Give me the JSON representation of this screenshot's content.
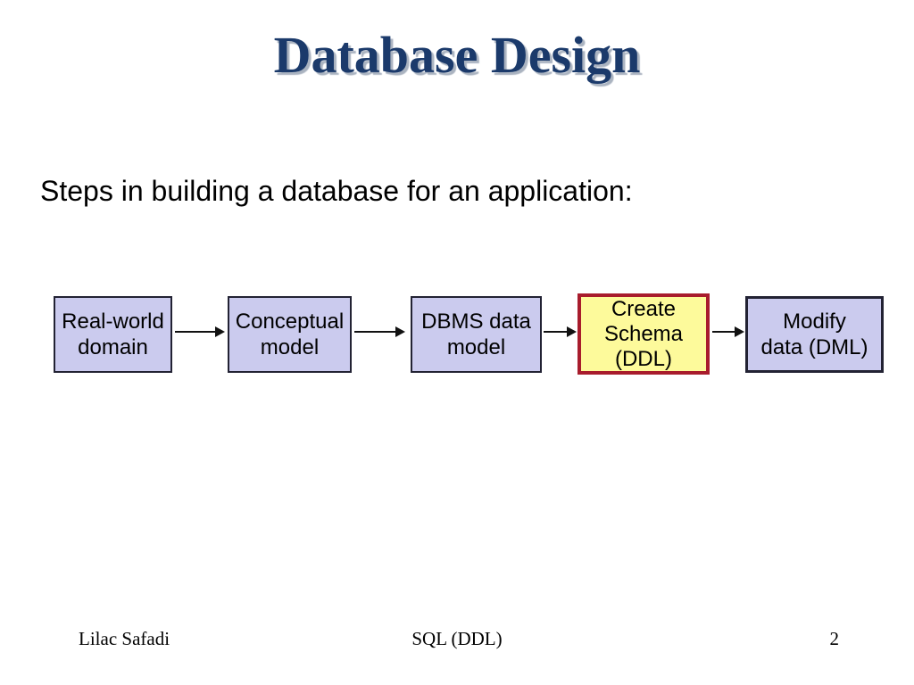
{
  "colors": {
    "background": "#ffffff",
    "title_color": "#1b3a6b",
    "title_shadow": "#aab3c0",
    "text_color": "#000000",
    "box_fill": "#cbcbee",
    "box_border": "#222233",
    "highlight_fill": "#fdfa9b",
    "highlight_border": "#a81c2c",
    "arrow_color": "#111111"
  },
  "slide": {
    "title": "Database Design",
    "subtitle": "Steps in building a database for an application:",
    "flow": {
      "boxes": [
        {
          "label": "Real-world\ndomain",
          "highlighted": false
        },
        {
          "label": "Conceptual\nmodel",
          "highlighted": false
        },
        {
          "label": "DBMS data\nmodel",
          "highlighted": false
        },
        {
          "label": "Create\nSchema\n(DDL)",
          "highlighted": true
        },
        {
          "label": "Modify\ndata (DML)",
          "highlighted": false
        }
      ]
    },
    "footer": {
      "author": "Lilac Safadi",
      "title": "SQL (DDL)",
      "page_number": "2"
    }
  }
}
